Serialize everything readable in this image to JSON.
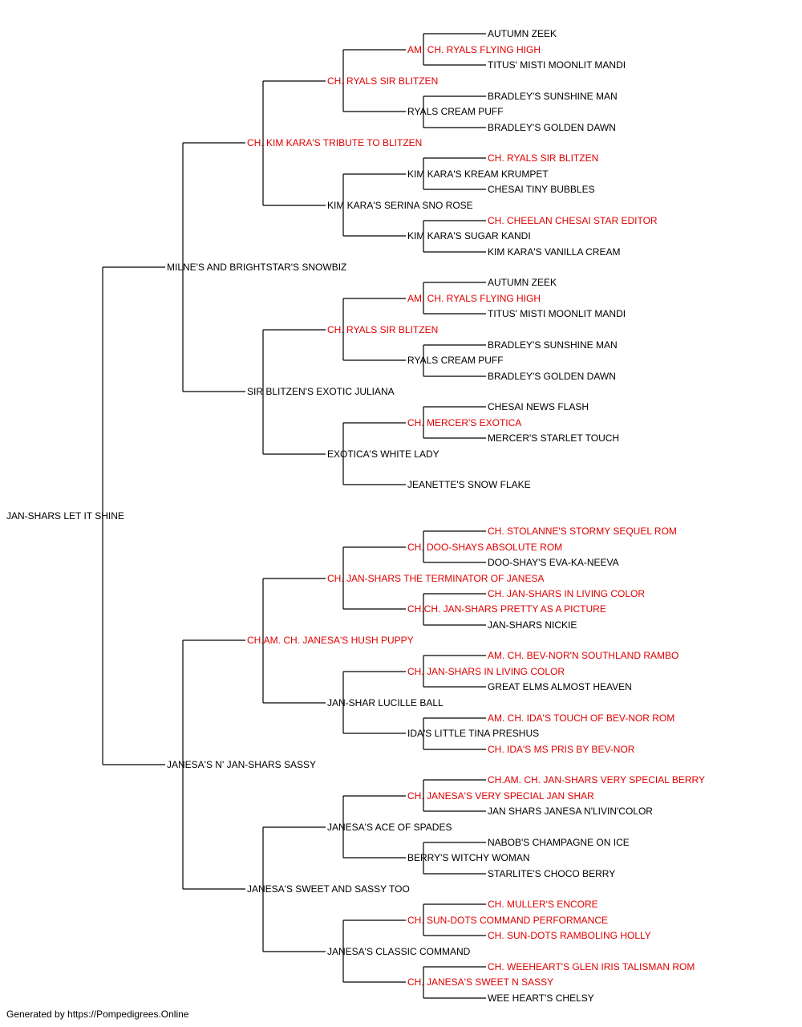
{
  "colors": {
    "champion": "#e00000",
    "normal": "#000000",
    "line": "#000000"
  },
  "footer": "Generated by https://Pompedigrees.Online",
  "pedigree": {
    "name": "JAN-SHARS LET IT SHINE",
    "champion": false,
    "sire": {
      "name": "MILNE'S AND BRIGHTSTAR'S SNOWBIZ",
      "champion": false,
      "sire": {
        "name": "CH. KIM KARA'S TRIBUTE TO BLITZEN",
        "champion": true,
        "sire": {
          "name": "CH. RYALS SIR BLITZEN",
          "champion": true,
          "sire": {
            "name": "AM. CH. RYALS FLYING HIGH",
            "champion": true,
            "sire": {
              "name": "AUTUMN ZEEK",
              "champion": false
            },
            "dam": {
              "name": "TITUS' MISTI MOONLIT MANDI",
              "champion": false
            }
          },
          "dam": {
            "name": "RYALS CREAM PUFF",
            "champion": false,
            "sire": {
              "name": "BRADLEY'S SUNSHINE MAN",
              "champion": false
            },
            "dam": {
              "name": "BRADLEY'S GOLDEN DAWN",
              "champion": false
            }
          }
        },
        "dam": {
          "name": "KIM KARA'S SERINA SNO ROSE",
          "champion": false,
          "sire": {
            "name": "KIM KARA'S KREAM KRUMPET",
            "champion": false,
            "sire": {
              "name": "CH. RYALS SIR BLITZEN",
              "champion": true
            },
            "dam": {
              "name": "CHESAI TINY BUBBLES",
              "champion": false
            }
          },
          "dam": {
            "name": "KIM KARA'S SUGAR KANDI",
            "champion": false,
            "sire": {
              "name": "CH. CHEELAN CHESAI STAR EDITOR",
              "champion": true
            },
            "dam": {
              "name": "KIM KARA'S VANILLA CREAM",
              "champion": false
            }
          }
        }
      },
      "dam": {
        "name": "SIR BLITZEN'S EXOTIC JULIANA",
        "champion": false,
        "sire": {
          "name": "CH. RYALS SIR BLITZEN",
          "champion": true,
          "sire": {
            "name": "AM. CH. RYALS FLYING HIGH",
            "champion": true,
            "sire": {
              "name": "AUTUMN ZEEK",
              "champion": false
            },
            "dam": {
              "name": "TITUS' MISTI MOONLIT MANDI",
              "champion": false
            }
          },
          "dam": {
            "name": "RYALS CREAM PUFF",
            "champion": false,
            "sire": {
              "name": "BRADLEY'S SUNSHINE MAN",
              "champion": false
            },
            "dam": {
              "name": "BRADLEY'S GOLDEN DAWN",
              "champion": false
            }
          }
        },
        "dam": {
          "name": "EXOTICA'S WHITE LADY",
          "champion": false,
          "sire": {
            "name": "CH. MERCER'S EXOTICA",
            "champion": true,
            "sire": {
              "name": "CHESAI NEWS FLASH",
              "champion": false
            },
            "dam": {
              "name": "MERCER'S STARLET TOUCH",
              "champion": false
            }
          },
          "dam": {
            "name": "JEANETTE'S SNOW FLAKE",
            "champion": false
          }
        }
      }
    },
    "dam": {
      "name": "JANESA'S N' JAN-SHARS SASSY",
      "champion": false,
      "sire": {
        "name": "CH.AM. CH. JANESA'S HUSH PUPPY",
        "champion": true,
        "sire": {
          "name": "CH. JAN-SHARS THE TERMINATOR OF JANESA",
          "champion": true,
          "sire": {
            "name": "CH. DOO-SHAYS ABSOLUTE ROM",
            "champion": true,
            "sire": {
              "name": "CH. STOLANNE'S STORMY SEQUEL ROM",
              "champion": true
            },
            "dam": {
              "name": "DOO-SHAY'S EVA-KA-NEEVA",
              "champion": false
            }
          },
          "dam": {
            "name": "CH.CH. JAN-SHARS PRETTY AS A PICTURE",
            "champion": true,
            "sire": {
              "name": "CH. JAN-SHARS IN LIVING COLOR",
              "champion": true
            },
            "dam": {
              "name": "JAN-SHARS NICKIE",
              "champion": false
            }
          }
        },
        "dam": {
          "name": "JAN-SHAR LUCILLE BALL",
          "champion": false,
          "sire": {
            "name": "CH. JAN-SHARS IN LIVING COLOR",
            "champion": true,
            "sire": {
              "name": "AM. CH. BEV-NOR'N SOUTHLAND RAMBO",
              "champion": true
            },
            "dam": {
              "name": "GREAT ELMS ALMOST HEAVEN",
              "champion": false
            }
          },
          "dam": {
            "name": "IDA'S LITTLE TINA PRESHUS",
            "champion": false,
            "sire": {
              "name": "AM. CH. IDA'S TOUCH OF BEV-NOR ROM",
              "champion": true
            },
            "dam": {
              "name": "CH. IDA'S MS PRIS BY BEV-NOR",
              "champion": true
            }
          }
        }
      },
      "dam": {
        "name": "JANESA'S SWEET AND SASSY TOO",
        "champion": false,
        "sire": {
          "name": "JANESA'S ACE OF SPADES",
          "champion": false,
          "sire": {
            "name": "CH. JANESA'S VERY SPECIAL JAN SHAR",
            "champion": true,
            "sire": {
              "name": "CH.AM. CH. JAN-SHARS VERY SPECIAL BERRY",
              "champion": true
            },
            "dam": {
              "name": "JAN SHARS JANESA N'LIVIN'COLOR",
              "champion": false
            }
          },
          "dam": {
            "name": "BERRY'S WITCHY WOMAN",
            "champion": false,
            "sire": {
              "name": "NABOB'S CHAMPAGNE ON ICE",
              "champion": false
            },
            "dam": {
              "name": "STARLITE'S CHOCO BERRY",
              "champion": false
            }
          }
        },
        "dam": {
          "name": "JANESA'S CLASSIC COMMAND",
          "champion": false,
          "sire": {
            "name": "CH. SUN-DOTS COMMAND PERFORMANCE",
            "champion": true,
            "sire": {
              "name": "CH. MULLER'S ENCORE",
              "champion": true
            },
            "dam": {
              "name": "CH. SUN-DOTS RAMBOLING HOLLY",
              "champion": true
            }
          },
          "dam": {
            "name": "CH. JANESA'S SWEET N SASSY",
            "champion": true,
            "sire": {
              "name": "CH. WEEHEART'S GLEN IRIS TALISMAN ROM",
              "champion": true
            },
            "dam": {
              "name": "WEE HEART'S CHELSY",
              "champion": false
            }
          }
        }
      }
    }
  }
}
